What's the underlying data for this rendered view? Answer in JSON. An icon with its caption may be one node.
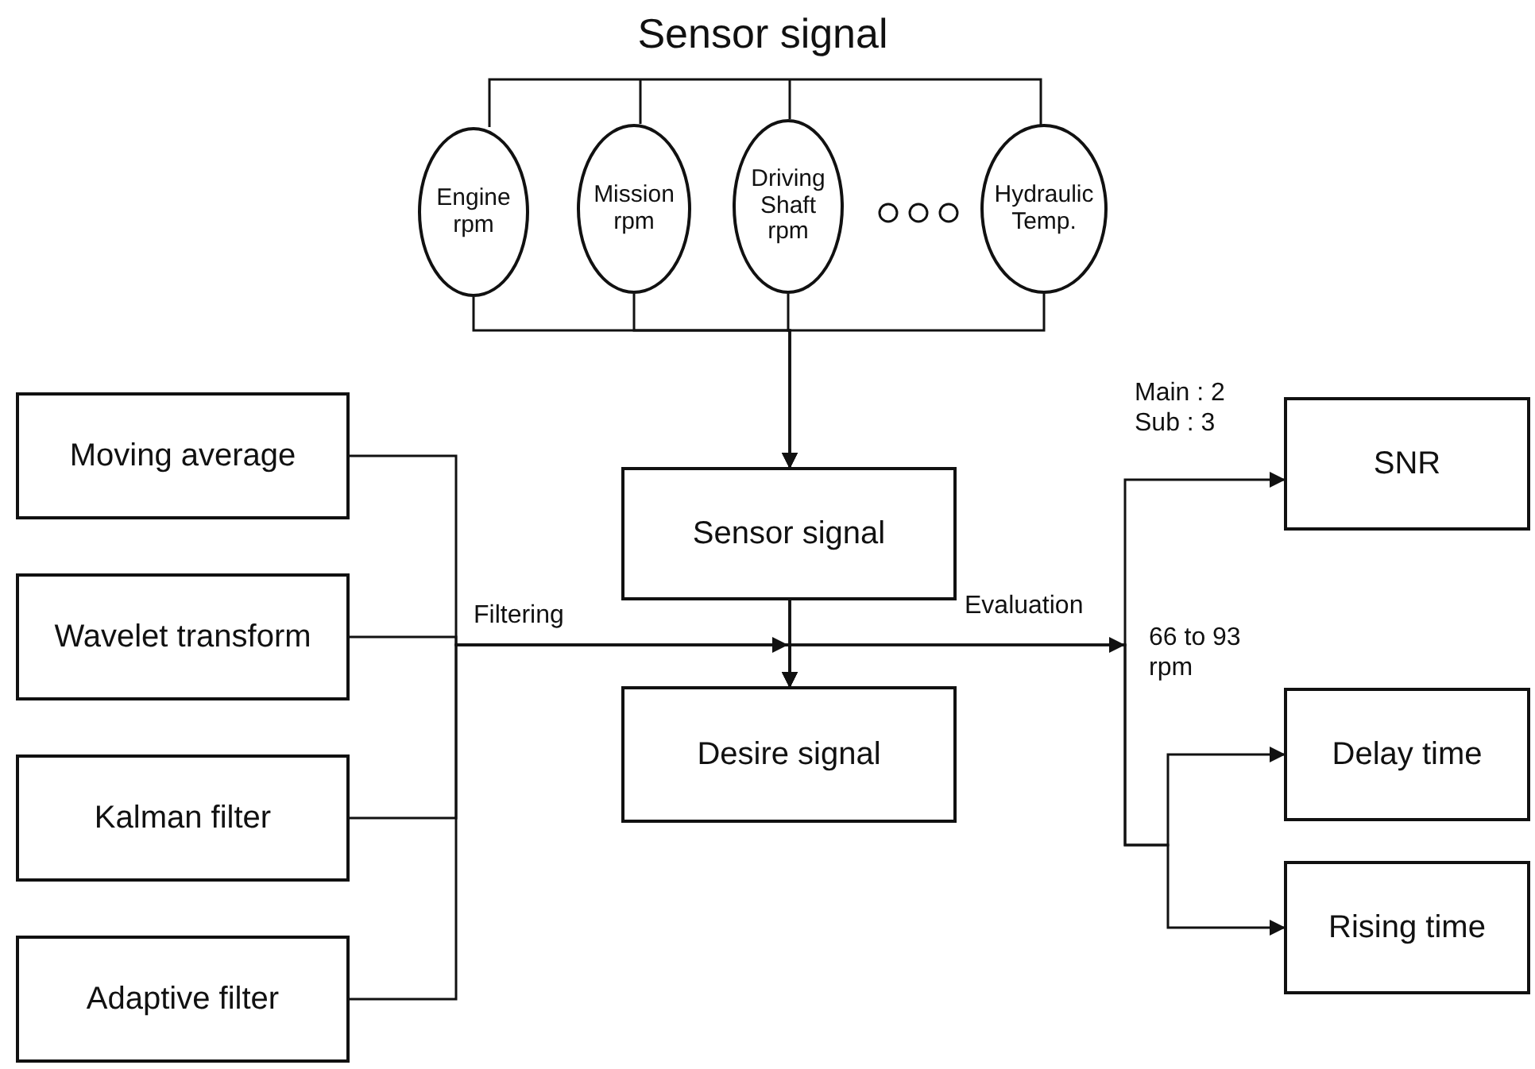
{
  "diagram": {
    "nodes": [
      {
        "text": [
          "Engine rpm"
        ]
      },
      {
        "text": [
          "Mission rpm"
        ]
      },
      {
        "text": [
          "Driving Shaft rpm"
        ]
      },
      {
        "text": [
          "Hydraulic Temp."
        ]
      },
      {
        "text": [
          "Sensor signal"
        ]
      },
      {
        "text": [
          "Desire signal"
        ]
      },
      {
        "text": [
          "Moving average"
        ]
      },
      {
        "text": [
          "Wavelet transform"
        ]
      },
      {
        "text": [
          "Kalman filter"
        ]
      },
      {
        "text": [
          "Adaptive filter"
        ]
      },
      {
        "text": [
          "SNR"
        ]
      },
      {
        "text": [
          "Delay time"
        ]
      },
      {
        "text": [
          "Rising time"
        ]
      }
    ],
    "edges": [
      {
        "from": 0,
        "to": 4,
        "arrow": "to"
      },
      {
        "from": 1,
        "to": 4,
        "arrow": "to"
      },
      {
        "from": 2,
        "to": 4,
        "arrow": "to"
      },
      {
        "from": 3,
        "to": 4,
        "arrow": "to"
      },
      {
        "from": 4,
        "to": 5,
        "arrow": "to"
      },
      {
        "from": 6,
        "to": 5,
        "arrow": "to"
      },
      {
        "from": 7,
        "to": 5,
        "arrow": "to",
        "label": "Filtering"
      },
      {
        "from": 8,
        "to": 5,
        "arrow": "to"
      },
      {
        "from": 9,
        "to": 5,
        "arrow": "to"
      },
      {
        "from": 4,
        "to": 10,
        "arrow": "to",
        "label": "Evaluation"
      },
      {
        "from": 4,
        "to": 11,
        "arrow": "to"
      },
      {
        "from": 4,
        "to": 12,
        "arrow": "to"
      }
    ],
    "labels": [
      "Sensor signal",
      "Main : 2 Sub : 3",
      "66 to 93 rpm"
    ]
  }
}
